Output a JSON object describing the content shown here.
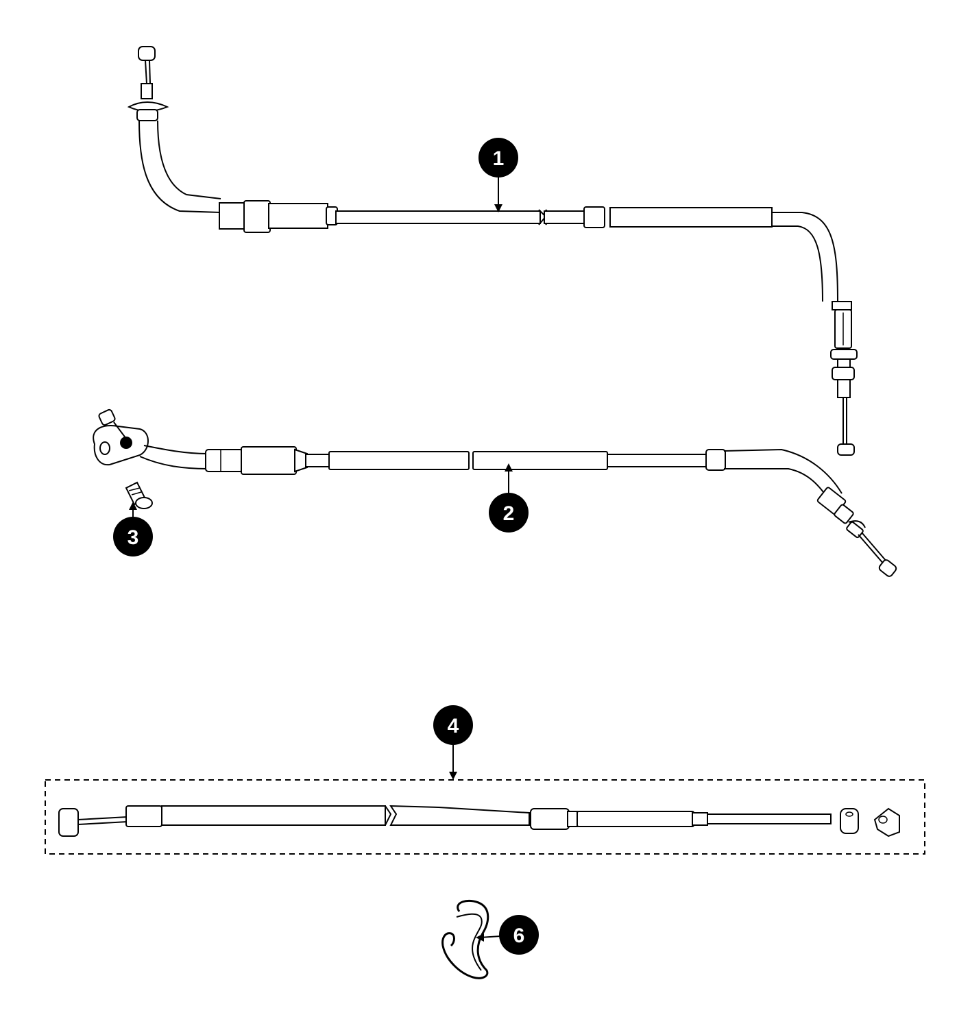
{
  "callouts": [
    {
      "id": "1",
      "label": "1"
    },
    {
      "id": "2",
      "label": "2"
    },
    {
      "id": "3",
      "label": "3"
    },
    {
      "id": "4",
      "label": "4"
    },
    {
      "id": "6",
      "label": "6"
    }
  ],
  "colors": {
    "ink": "#000000",
    "paper": "#ffffff"
  },
  "icons": [
    "throttle-cable-icon",
    "clutch-cable-icon",
    "bolt-icon",
    "cable-kit-icon",
    "cable-clip-icon"
  ]
}
